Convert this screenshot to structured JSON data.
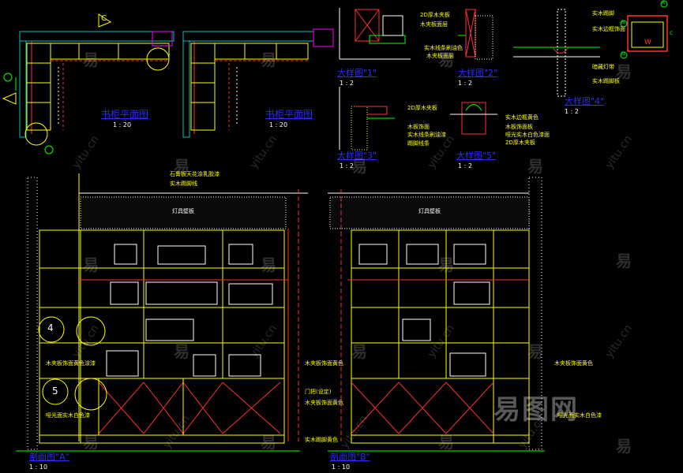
{
  "plans": {
    "left_title": "书柜平面图",
    "left_scale": "1 : 20",
    "right_title": "书柜平面图",
    "right_scale": "1 : 20"
  },
  "details": {
    "d1_title": "大样图\"1\"",
    "d1_scale": "1 : 2",
    "d2_title": "大样图\"2\"",
    "d2_scale": "1 : 2",
    "d3_title": "大样图\"3\"",
    "d3_scale": "1 : 2",
    "d4_title": "大样图\"4\"",
    "d4_scale": "1 : 2",
    "d5_title": "大样图\"5\"",
    "d5_scale": "1 : 2"
  },
  "sections": {
    "left_title": "剖面图\"A\"",
    "left_scale": "1 : 10",
    "right_title": "剖面图\"B\"",
    "right_scale": "1 : 10"
  },
  "notes": {
    "d1_a": "2D厚木夹板",
    "d1_b": "木夹板面层",
    "d1_c": "实木线条刷油色",
    "d1_d": "木夹板面层",
    "d2_a": "实木踢脚",
    "d2_b": "实木边框饰面",
    "d2_c": "暗藏灯带",
    "d2_d": "实木踢脚板",
    "d3_a": "2D厚木夹板",
    "d3_b": "木板饰面",
    "d3_c": "实木线条刷油漆",
    "d3_d": "踢脚线条",
    "d5_a": "实木边框黄色",
    "d5_b": "木板饰面板",
    "d5_c": "哑光实木白色漆面",
    "d5_d": "2D厚木夹板",
    "sec_top1": "石膏板天花涂乳胶漆",
    "sec_top2": "实木踢脚线",
    "sec_band_l": "灯具壁板",
    "sec_band_r": "灯具壁板",
    "sec_mid1": "木夹板饰面黄色",
    "sec_mid2": "门把(设定)",
    "sec_mid3": "木夹板饰面黄色",
    "sec_bottom": "实木踢脚黄色",
    "sec_left1": "木夹板饰面黄色涂漆",
    "sec_left2": "哑光面实木白色漆",
    "sec_right1": "木夹板饰面黄色",
    "sec_right2": "哑光面实木白色漆"
  },
  "markers": {
    "north": "C",
    "num4": "4",
    "num5": "5",
    "key_a": "A",
    "key_b": "B",
    "key_c": "C",
    "key_d": "D",
    "key_logo": "W"
  },
  "watermark": {
    "glyph": "易",
    "site": "yitu.cn",
    "brand": "易图网"
  },
  "colors": {
    "background": "#000000",
    "frame": "#ffff00",
    "wall": "#ff3030",
    "title": "#2a2aff",
    "dim": "#ff00ff",
    "green": "#00ff00",
    "cyan": "#00c0c0"
  }
}
